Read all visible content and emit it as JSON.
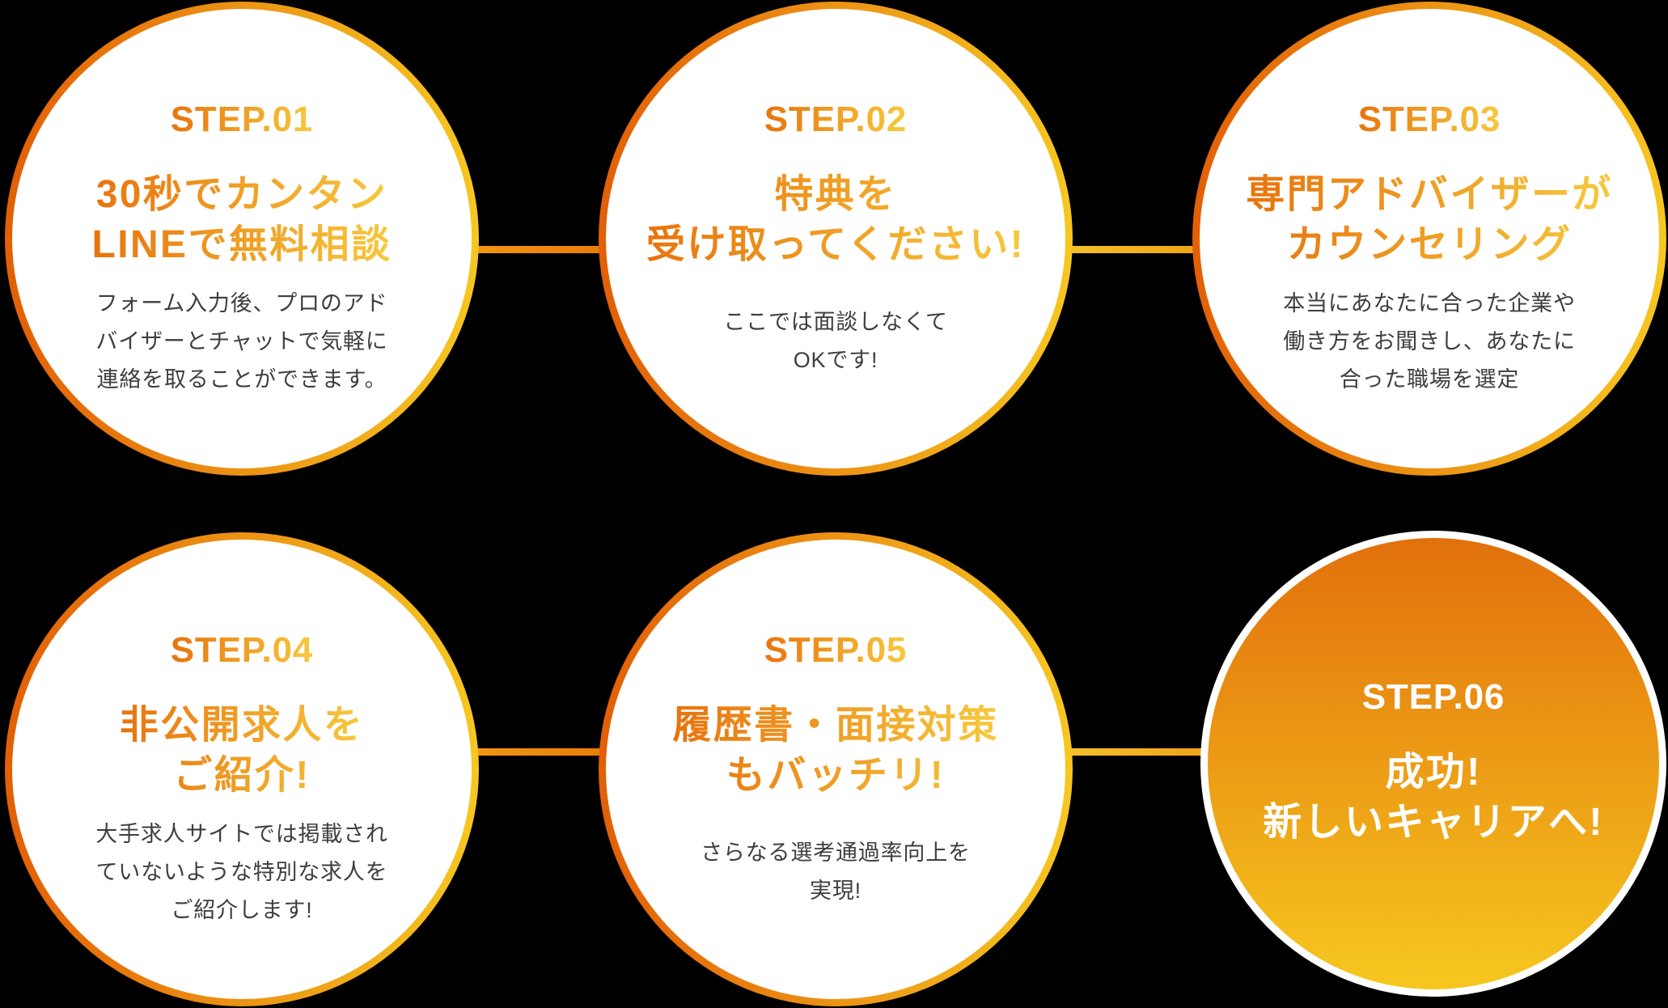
{
  "theme": {
    "background": "#000000",
    "ring_gradient_start": "#e25f06",
    "ring_gradient_end": "#f6c722",
    "text_gradient_start": "#e8730d",
    "text_gradient_end": "#f7c93d",
    "description_color": "#3e3e3e",
    "final_circle_fill_top": "#e2700c",
    "final_circle_fill_bottom": "#f6c71f",
    "final_circle_text": "#ffffff",
    "connector_orange": "#e87a08",
    "connector_amber": "#f5c42a"
  },
  "steps": [
    {
      "label": "STEP.01",
      "title": "30秒でカンタン\nLINEで無料相談",
      "desc": "フォーム入力後、プロのアド\nバイザーとチャットで気軽に\n連絡を取ることができます。"
    },
    {
      "label": "STEP.02",
      "title": "特典を\n受け取ってください!",
      "desc": "ここでは面談しなくて\nOKです!"
    },
    {
      "label": "STEP.03",
      "title": "専門アドバイザーが\nカウンセリング",
      "desc": "本当にあなたに合った企業や\n働き方をお聞きし、あなたに\n合った職場を選定"
    },
    {
      "label": "STEP.04",
      "title": "非公開求人を\nご紹介!",
      "desc": "大手求人サイトでは掲載され\nていないような特別な求人を\nご紹介します!"
    },
    {
      "label": "STEP.05",
      "title": "履歴書・面接対策\nもバッチリ!",
      "desc": "さらなる選考通過率向上を\n実現!"
    },
    {
      "label": "STEP.06",
      "title": "成功!\n新しいキャリアへ!",
      "desc": ""
    }
  ]
}
